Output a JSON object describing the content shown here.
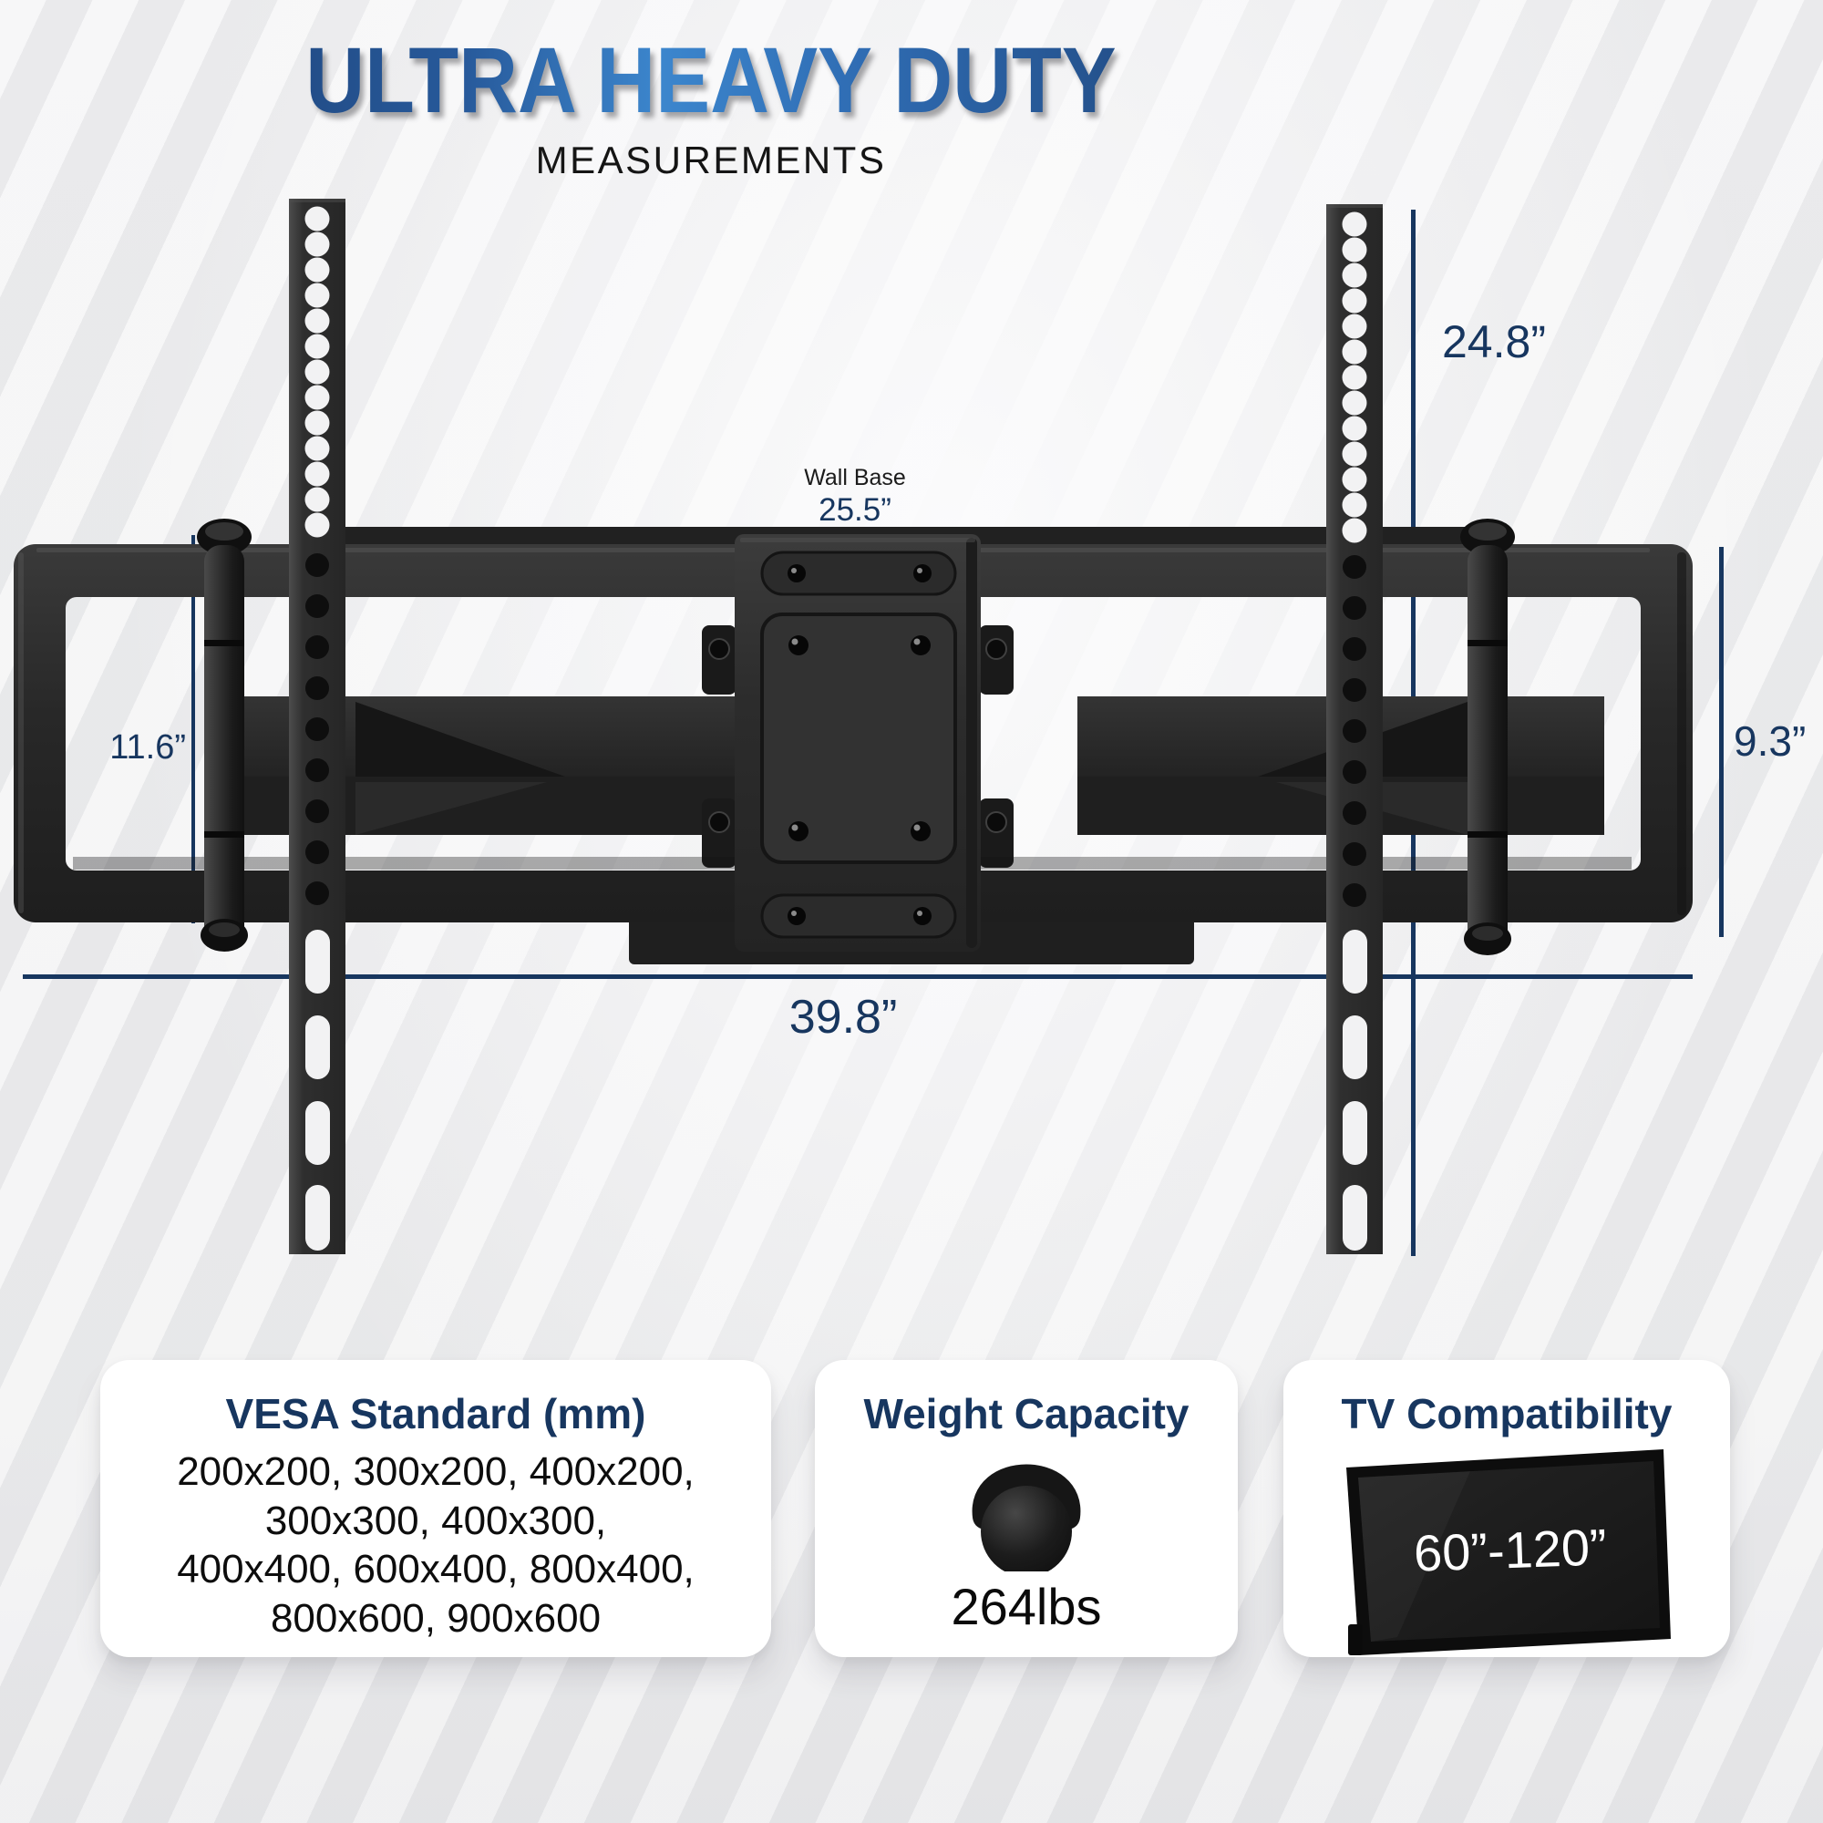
{
  "header": {
    "title": "ULTRA HEAVY DUTY",
    "subtitle": "MEASUREMENTS"
  },
  "colors": {
    "accent": "#17365f",
    "title_gradient_start": "#1c3e71",
    "title_gradient_mid": "#3c86cd",
    "metal_dark": "#262626"
  },
  "diagram": {
    "dimensions": {
      "rail_height": "24.8”",
      "wall_base_label": "Wall Base",
      "wall_base_value": "25.5”",
      "inner_height": "11.6”",
      "bracket_height": "9.3”",
      "total_width": "39.8”"
    }
  },
  "cards": {
    "vesa": {
      "title": "VESA Standard (mm)",
      "lines": [
        "200x200, 300x200, 400x200,",
        "300x300, 400x300,",
        "400x400, 600x400, 800x400,",
        "800x600, 900x600"
      ]
    },
    "weight": {
      "title": "Weight Capacity",
      "icon": "kettlebell-icon",
      "value": "264lbs"
    },
    "tv": {
      "title": "TV Compatibility",
      "icon": "tv-icon",
      "range": "60”-120”"
    }
  }
}
